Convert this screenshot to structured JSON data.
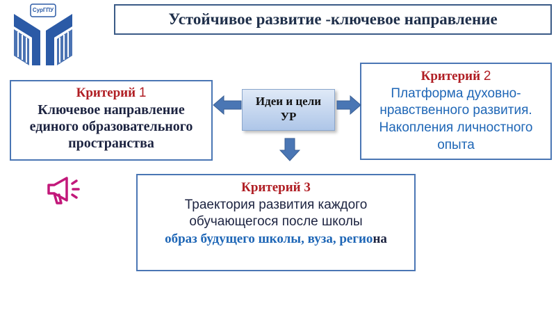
{
  "header": {
    "title": "Устойчивое развитие -ключевое направление",
    "logo_text": "СурГПУ"
  },
  "center": {
    "line1": "Идеи и цели",
    "line2": "УР"
  },
  "criterion1": {
    "label": "Критерий ",
    "number": "1",
    "lines": [
      "Ключевое направление",
      "единого образовательного",
      "пространства"
    ]
  },
  "criterion2": {
    "label": "Критерий ",
    "number": "2",
    "lines": [
      "Платформа духовно-",
      "нравственного развития.",
      "Накопления личностного",
      "опыта"
    ]
  },
  "criterion3": {
    "label": "Критерий 3",
    "lines": [
      "Траектория развития каждого",
      "обучающегося после школы"
    ],
    "bold_line": "образ будущего школы,  вуза, регио",
    "bold_line_tail": "на"
  },
  "icons": {
    "logo": "university-logo-icon",
    "arrows": [
      "arrow-left-icon",
      "arrow-right-icon",
      "arrow-down-icon"
    ],
    "megaphone": "megaphone-icon"
  },
  "colors": {
    "title_border": "#3a5a86",
    "box_border": "#4a76b4",
    "criterion_heading": "#b01e24",
    "blue_text": "#1e66b6",
    "arrow_fill": "#4a76b4",
    "megaphone": "#c2187a"
  }
}
